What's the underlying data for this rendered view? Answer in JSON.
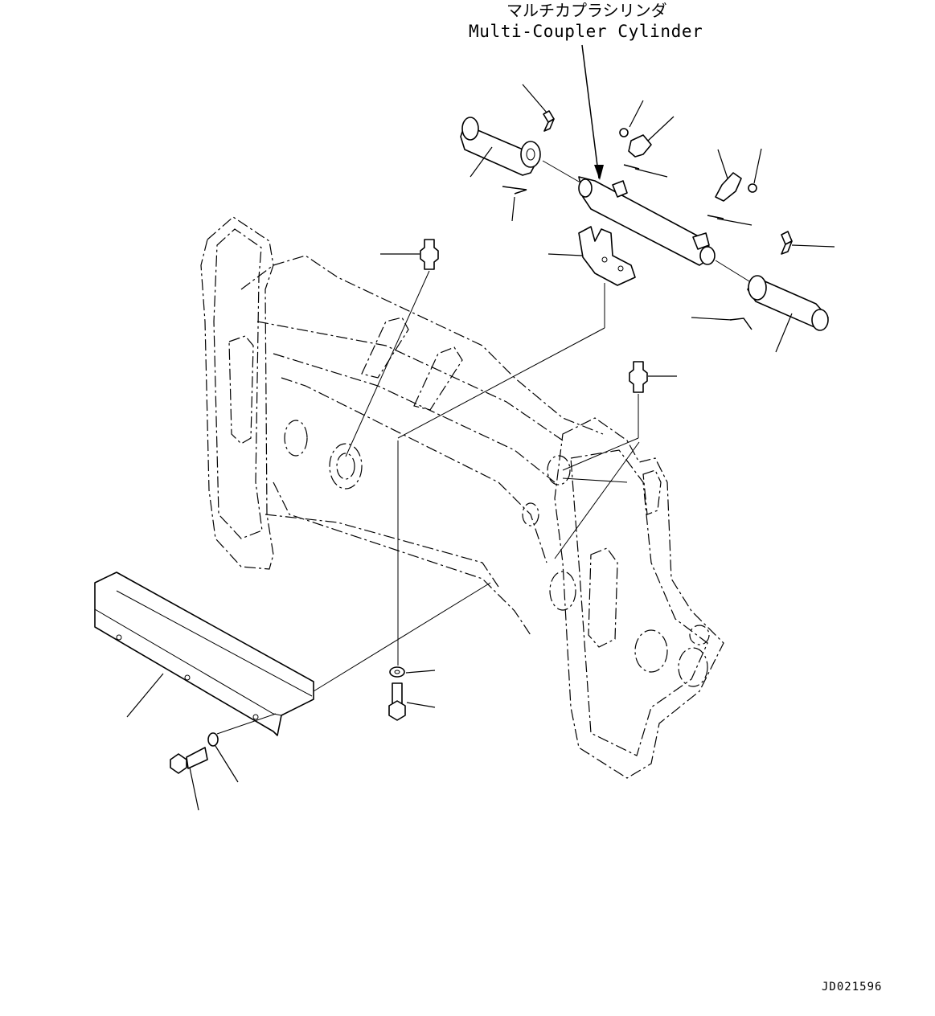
{
  "callout": {
    "label_jp": "マルチカプラシリンダ",
    "label_en": "Multi-Coupler Cylinder"
  },
  "drawing_code": "JD021596"
}
